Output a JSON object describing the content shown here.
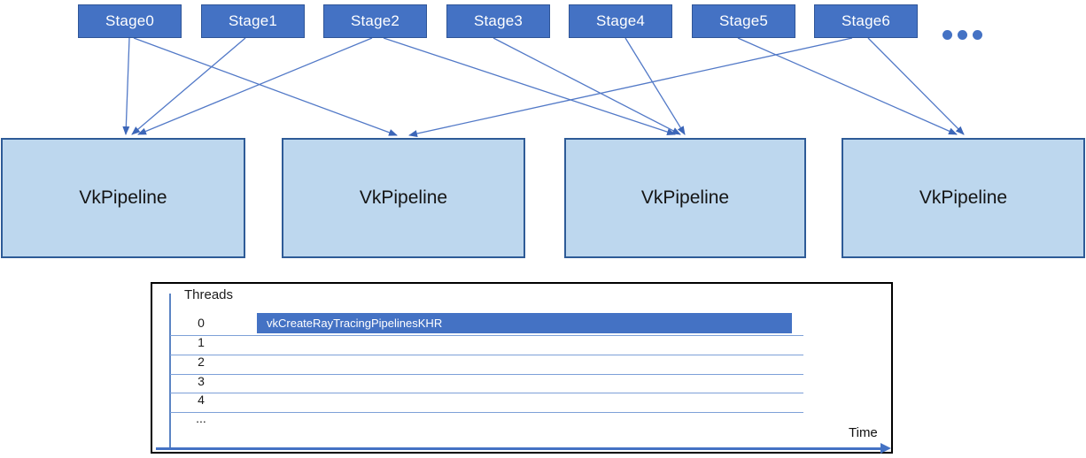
{
  "diagram": {
    "stages": [
      {
        "id": "stage0",
        "label": "Stage0"
      },
      {
        "id": "stage1",
        "label": "Stage1"
      },
      {
        "id": "stage2",
        "label": "Stage2"
      },
      {
        "id": "stage3",
        "label": "Stage3"
      },
      {
        "id": "stage4",
        "label": "Stage4"
      },
      {
        "id": "stage5",
        "label": "Stage5"
      },
      {
        "id": "stage6",
        "label": "Stage6"
      }
    ],
    "more_stages_indicator": "...",
    "pipelines": [
      {
        "id": "pipeline1",
        "label": "VkPipeline"
      },
      {
        "id": "pipeline2",
        "label": "VkPipeline"
      },
      {
        "id": "pipeline3",
        "label": "VkPipeline"
      },
      {
        "id": "pipeline4",
        "label": "VkPipeline"
      }
    ],
    "connections": [
      {
        "from": "stage0",
        "to": "pipeline1"
      },
      {
        "from": "stage1",
        "to": "pipeline1"
      },
      {
        "from": "stage2",
        "to": "pipeline1"
      },
      {
        "from": "stage0",
        "to": "pipeline2"
      },
      {
        "from": "stage6",
        "to": "pipeline2"
      },
      {
        "from": "stage2",
        "to": "pipeline3"
      },
      {
        "from": "stage3",
        "to": "pipeline3"
      },
      {
        "from": "stage4",
        "to": "pipeline3"
      },
      {
        "from": "stage5",
        "to": "pipeline4"
      },
      {
        "from": "stage6",
        "to": "pipeline4"
      }
    ]
  },
  "timeline": {
    "y_axis_label": "Threads",
    "row_labels": [
      "0",
      "1",
      "2",
      "3",
      "4",
      "..."
    ],
    "bars": [
      {
        "row": "0",
        "label": "vkCreateRayTracingPipelinesKHR"
      }
    ],
    "x_axis_label": "Time"
  },
  "colors": {
    "stage_fill": "#4472C4",
    "stage_border": "#2F5597",
    "stage_text": "#FFFFFF",
    "pipeline_fill": "#BDD7EE",
    "pipeline_border": "#2E5B97",
    "connector": "#5279C7",
    "bar_fill": "#4472C4",
    "bar_text": "#FFFFFF",
    "panel_border": "#000000",
    "axis_line": "#5B84C4",
    "row_line": "#7DA0D8",
    "text": "#1A1A1A"
  }
}
